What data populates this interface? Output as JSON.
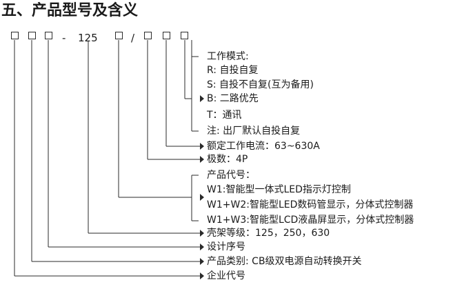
{
  "title": "五、产品型号及含义",
  "code": {
    "dash": "-",
    "rating": "125",
    "slash": "/"
  },
  "labels": {
    "mode_title": "工作模式:",
    "mode_r": "R: 自投自复",
    "mode_s": "S: 自投不自复(互为备用)",
    "mode_b": "B: 二路优先",
    "mode_t": "T：通讯",
    "mode_note": "注: 出厂默认自投自复",
    "rated_current": "额定工作电流：63~630A",
    "poles": "极数：4P",
    "product_code_title": "产品代号：",
    "w1": "W1:智能型一体式LED指示灯控制",
    "w1w2": "W1+W2:智能型LED数码管显示，分体式控制器",
    "w1w3": "W1+W3:智能型LCD液晶屏显示，分体式控制器",
    "frame_grade": "壳架等级：125，250，630",
    "design_seq": "设计序号",
    "category": "产品类别: CB级双电源自动转换开关",
    "company_code": "企业代号"
  }
}
